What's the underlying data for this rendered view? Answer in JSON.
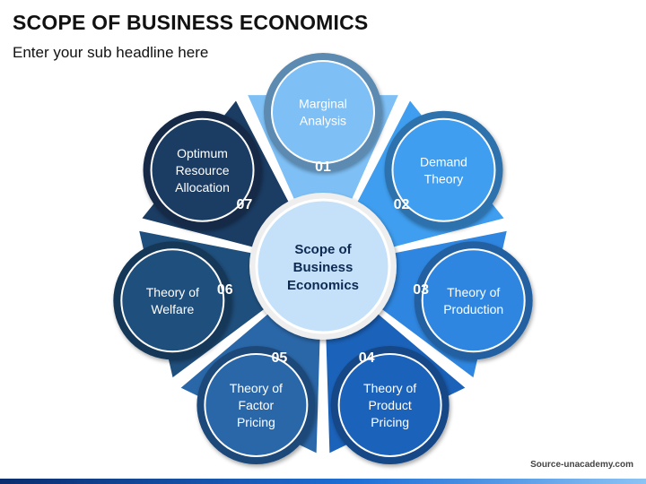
{
  "header": {
    "title": "SCOPE OF BUSINESS ECONOMICS",
    "subtitle": "Enter your sub headline here"
  },
  "center": {
    "lines": [
      "Scope of",
      "Business",
      "Economics"
    ]
  },
  "items": [
    {
      "number": "01",
      "lines": [
        "Marginal",
        "Analysis"
      ],
      "color": "#7ec0f6"
    },
    {
      "number": "02",
      "lines": [
        "Demand",
        "Theory"
      ],
      "color": "#3f9ef0"
    },
    {
      "number": "03",
      "lines": [
        "Theory of",
        "Production"
      ],
      "color": "#2f86e0"
    },
    {
      "number": "04",
      "lines": [
        "Theory of",
        "Product",
        "Pricing"
      ],
      "color": "#1b62ba"
    },
    {
      "number": "05",
      "lines": [
        "Theory of",
        "Factor",
        "Pricing"
      ],
      "color": "#2a67a8"
    },
    {
      "number": "06",
      "lines": [
        "Theory of",
        "Welfare"
      ],
      "color": "#1f4f7c"
    },
    {
      "number": "07",
      "lines": [
        "Optimum",
        "Resource",
        "Allocation"
      ],
      "color": "#1b3c63"
    }
  ],
  "colors": {
    "hub_fill": "#c4e1f9",
    "hub_text": "#0e2a52",
    "ring_fill": "#eeeeee",
    "text_light": "#ffffff"
  },
  "footer": {
    "source": "Source-unacademy.com"
  }
}
